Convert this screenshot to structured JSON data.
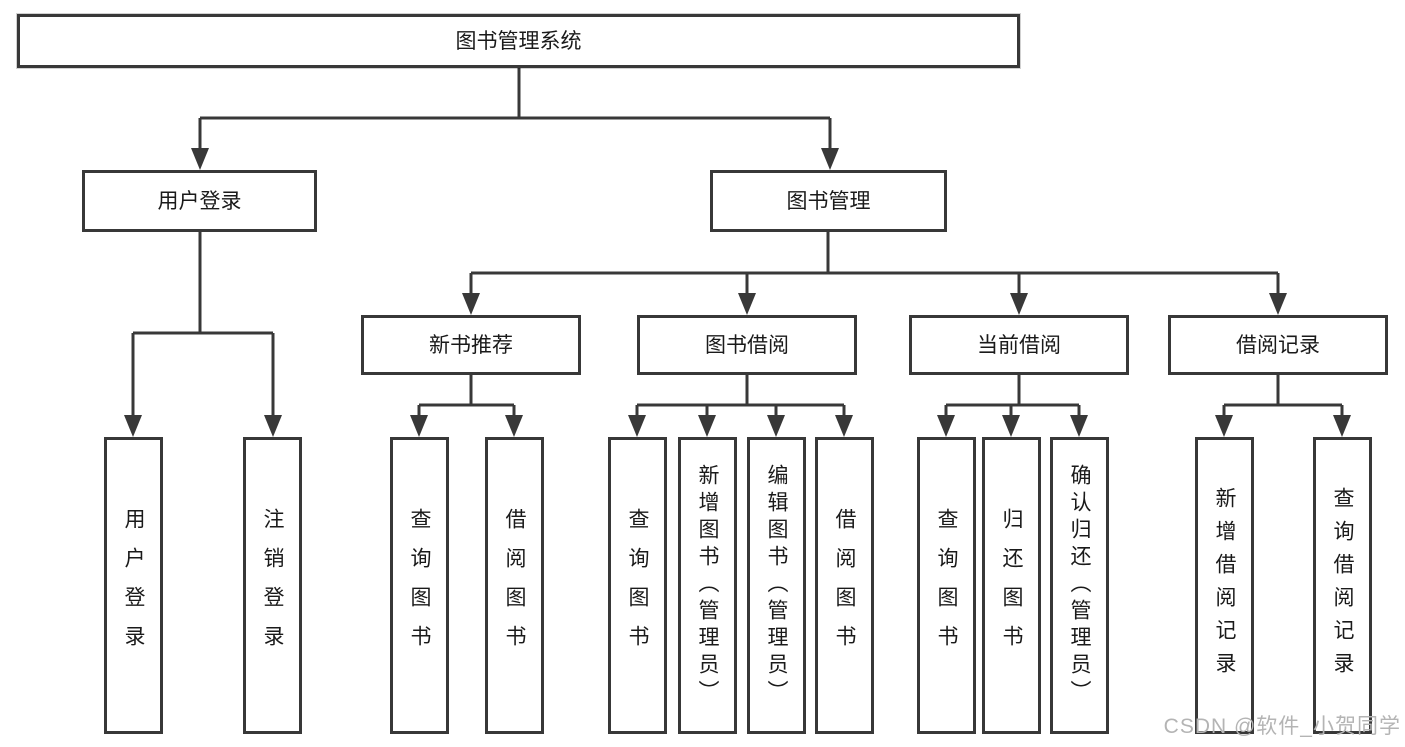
{
  "diagram_type": "tree-structure-chart",
  "tree": {
    "label": "图书管理系统",
    "children": [
      {
        "label": "用户登录",
        "children": [
          {
            "label": "用户登录"
          },
          {
            "label": "注销登录"
          }
        ]
      },
      {
        "label": "图书管理",
        "children": [
          {
            "label": "新书推荐",
            "children": [
              {
                "label": "查询图书"
              },
              {
                "label": "借阅图书"
              }
            ]
          },
          {
            "label": "图书借阅",
            "children": [
              {
                "label": "查询图书"
              },
              {
                "label": "新增图书（管理员）"
              },
              {
                "label": "编辑图书（管理员）"
              },
              {
                "label": "借阅图书"
              }
            ]
          },
          {
            "label": "当前借阅",
            "children": [
              {
                "label": "查询图书"
              },
              {
                "label": "归还图书"
              },
              {
                "label": "确认归还（管理员）"
              }
            ]
          },
          {
            "label": "借阅记录",
            "children": [
              {
                "label": "新增借阅记录"
              },
              {
                "label": "查询借阅记录"
              }
            ]
          }
        ]
      }
    ]
  },
  "watermark": {
    "text": "CSDN @软件_小贺同学",
    "color": "#b4b4b4"
  },
  "colors": {
    "line": "#383838",
    "box_border": "#383838",
    "box_background": "#ffffff",
    "text": "#1a1a1a",
    "page_background": "#ffffff"
  }
}
